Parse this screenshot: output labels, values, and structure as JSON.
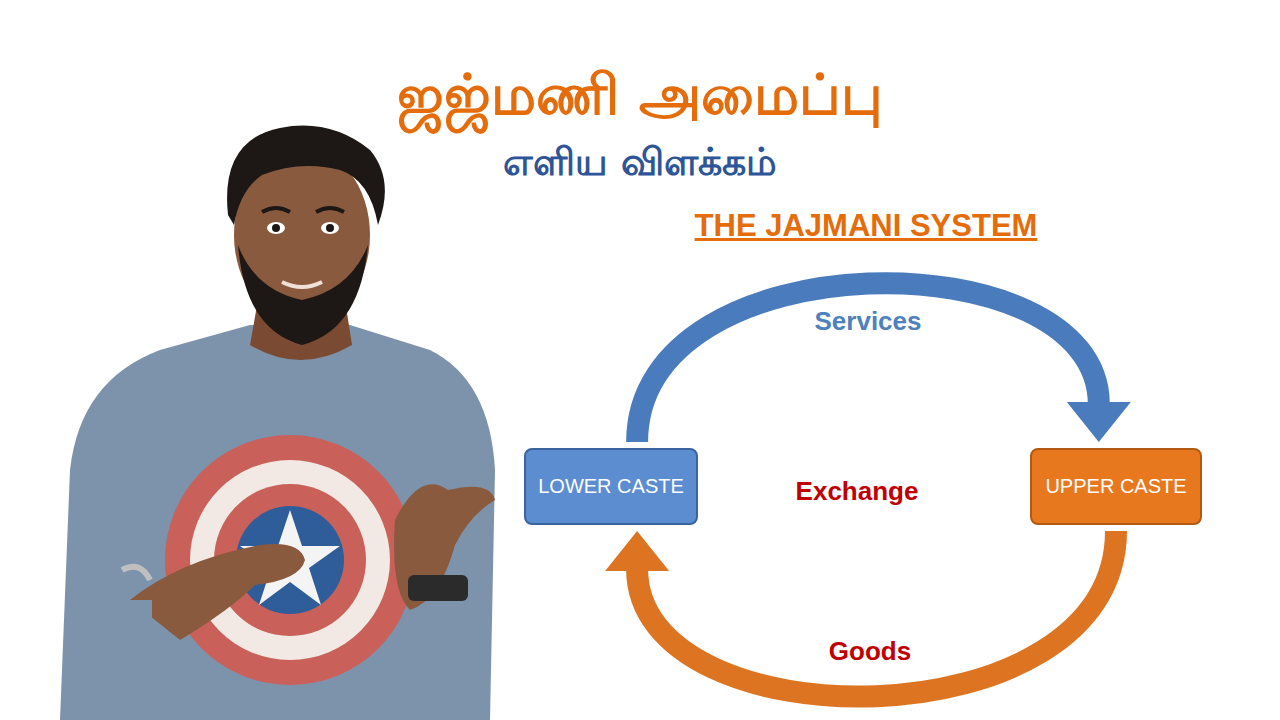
{
  "diagram": {
    "title": "ஜஜ்மணி அமைப்பு",
    "nodes": [
      {
        "text": [
          "LOWER CASTE"
        ]
      },
      {
        "text": [
          "UPPER CASTE"
        ]
      }
    ],
    "edges": [
      {
        "from": 0,
        "to": 1,
        "label": "Services",
        "arrow": "to"
      },
      {
        "from": 1,
        "to": 0,
        "label": "Goods",
        "arrow": "to"
      }
    ],
    "labels": [
      "எளிய விளக்கம்",
      "THE JAJMANI SYSTEM",
      "Exchange"
    ]
  }
}
